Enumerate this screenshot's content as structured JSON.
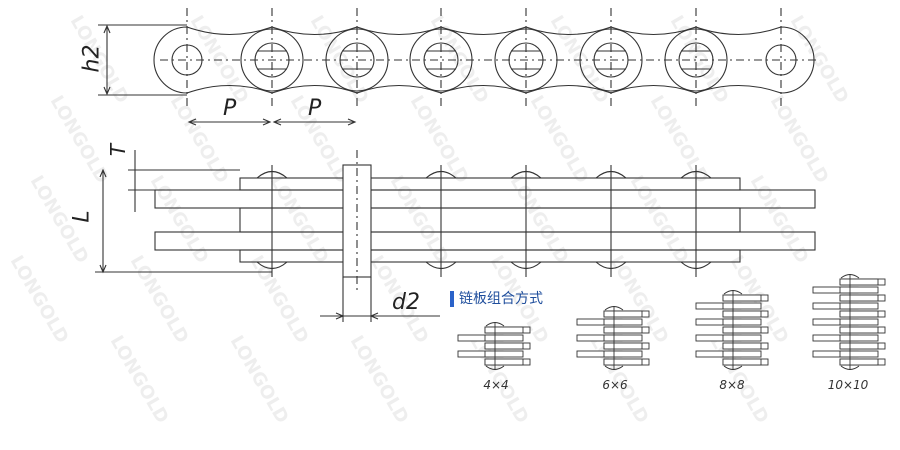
{
  "watermark": "LONGOLD",
  "dimensions": {
    "h2": "h2",
    "P1": "P",
    "P2": "P",
    "T": "T",
    "L": "L",
    "d2": "d2"
  },
  "combination": {
    "title": "链板组合方式",
    "items": [
      {
        "label": "4×4",
        "plates": 4
      },
      {
        "label": "6×6",
        "plates": 6
      },
      {
        "label": "8×8",
        "plates": 8
      },
      {
        "label": "10×10",
        "plates": 10
      }
    ]
  },
  "colors": {
    "line": "#333333",
    "accent": "#2a62c9"
  }
}
